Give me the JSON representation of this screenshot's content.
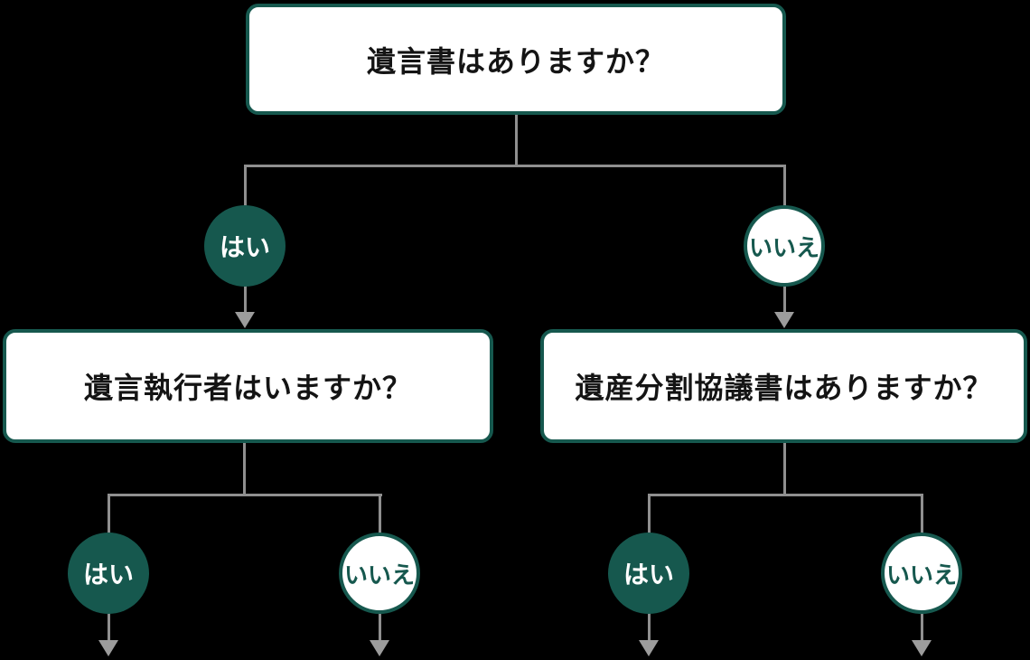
{
  "diagram": {
    "type": "decision-tree",
    "root": {
      "question": "遺言書はありますか？",
      "yes_label": "はい",
      "no_label": "いいえ",
      "yes_child": {
        "question": "遺言執行者はいますか？",
        "yes_label": "はい",
        "no_label": "いいえ"
      },
      "no_child": {
        "question": "遺産分割協議書はありますか？",
        "yes_label": "はい",
        "no_label": "いいえ"
      }
    }
  },
  "colors": {
    "background": "#000000",
    "box_fill": "#ffffff",
    "accent_teal": "#16584e",
    "connector_gray": "#8f8f8f",
    "arrowhead_gray": "#9c9c9c",
    "question_text": "#141414",
    "yes_text": "#ffffff"
  },
  "icons": {
    "arrow_down": "▼"
  }
}
